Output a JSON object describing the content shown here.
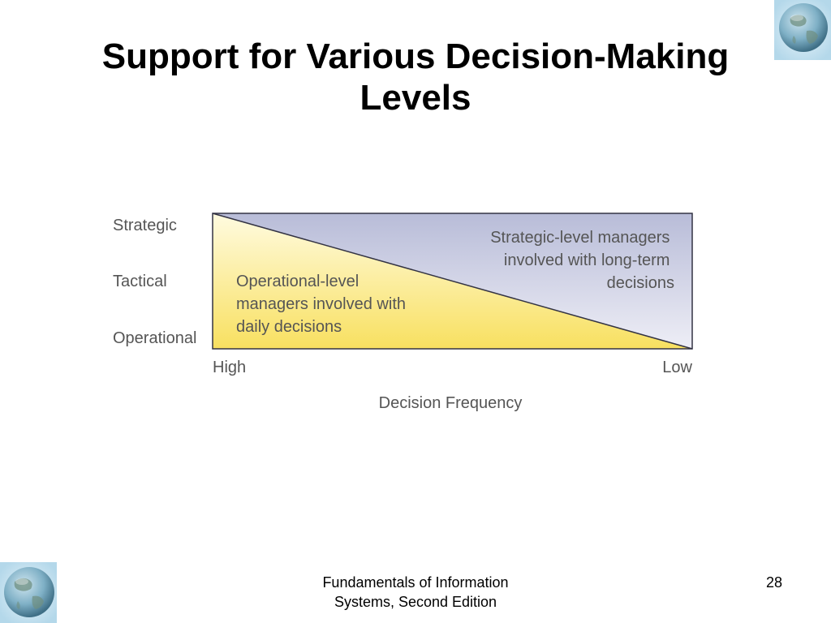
{
  "slide": {
    "title_lines": [
      "Support for Various Decision-Making",
      "Levels"
    ],
    "footer_lines": [
      "Fundamentals of Information",
      "Systems, Second Edition"
    ],
    "page_number": "28"
  },
  "diagram": {
    "y_levels": [
      "Strategic",
      "Tactical",
      "Operational"
    ],
    "x_ends": [
      "High",
      "Low"
    ],
    "x_label": "Decision Frequency",
    "upper_region_lines": [
      "Strategic-level managers",
      "involved with long-term",
      "decisions"
    ],
    "lower_region_lines": [
      "Operational-level",
      "managers involved with",
      "daily decisions"
    ],
    "colors": {
      "upper_fill_top": "#b8bcd8",
      "upper_fill_bottom": "#eeeef6",
      "lower_fill_top": "#fffbe0",
      "lower_fill_bottom": "#f8e060",
      "label_text": "#555555",
      "border": "#333344"
    }
  },
  "icons": [
    "globe-icon",
    "globe-icon"
  ]
}
